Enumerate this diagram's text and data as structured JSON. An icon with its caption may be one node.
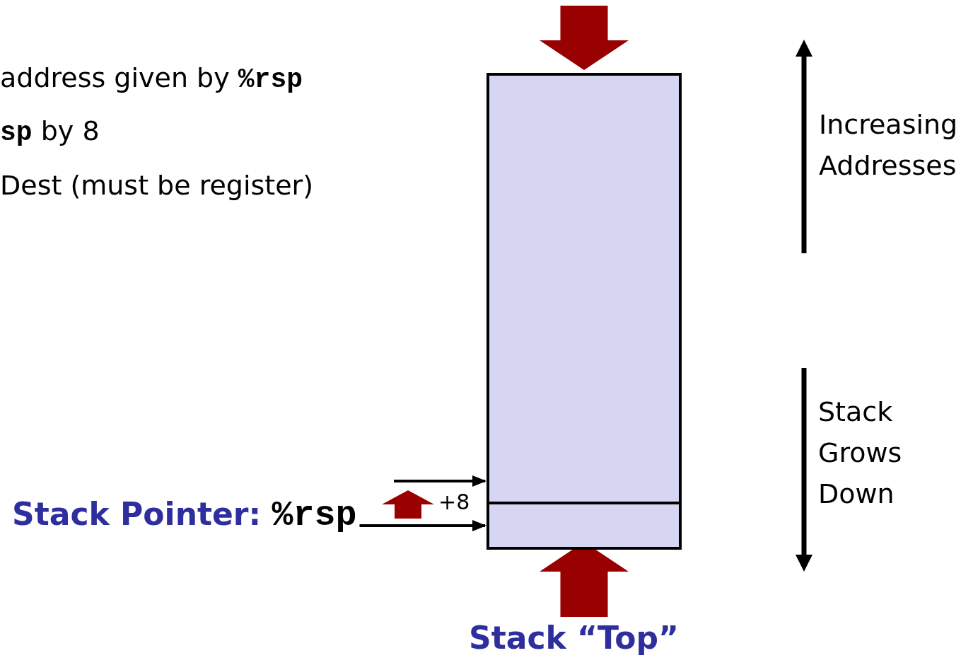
{
  "diagram": {
    "nodes": [
      {
        "text": [],
        "shape": "box"
      },
      {
        "text": [],
        "shape": "box"
      },
      {
        "text": [
          "Stack Pointer: **%rsp**"
        ]
      },
      {
        "text": [
          "Stack “Top”"
        ]
      }
    ],
    "edges": [
      {
        "from": null,
        "to": 0,
        "arrow": "to",
        "style": "thick",
        "color": "#990000"
      },
      {
        "from": null,
        "to": 0,
        "arrow": "to",
        "color": "#000000"
      },
      {
        "from": 2,
        "to": 1,
        "arrow": "to",
        "color": "#000000"
      },
      {
        "from": 3,
        "to": 1,
        "arrow": "to",
        "style": "thick",
        "color": "#990000"
      }
    ],
    "labels": [
      "address given by **%rsp**",
      "**sp** by 8",
      "Dest (must be register)",
      "Increasing Addresses",
      "Stack Grows Down",
      "+8"
    ]
  }
}
